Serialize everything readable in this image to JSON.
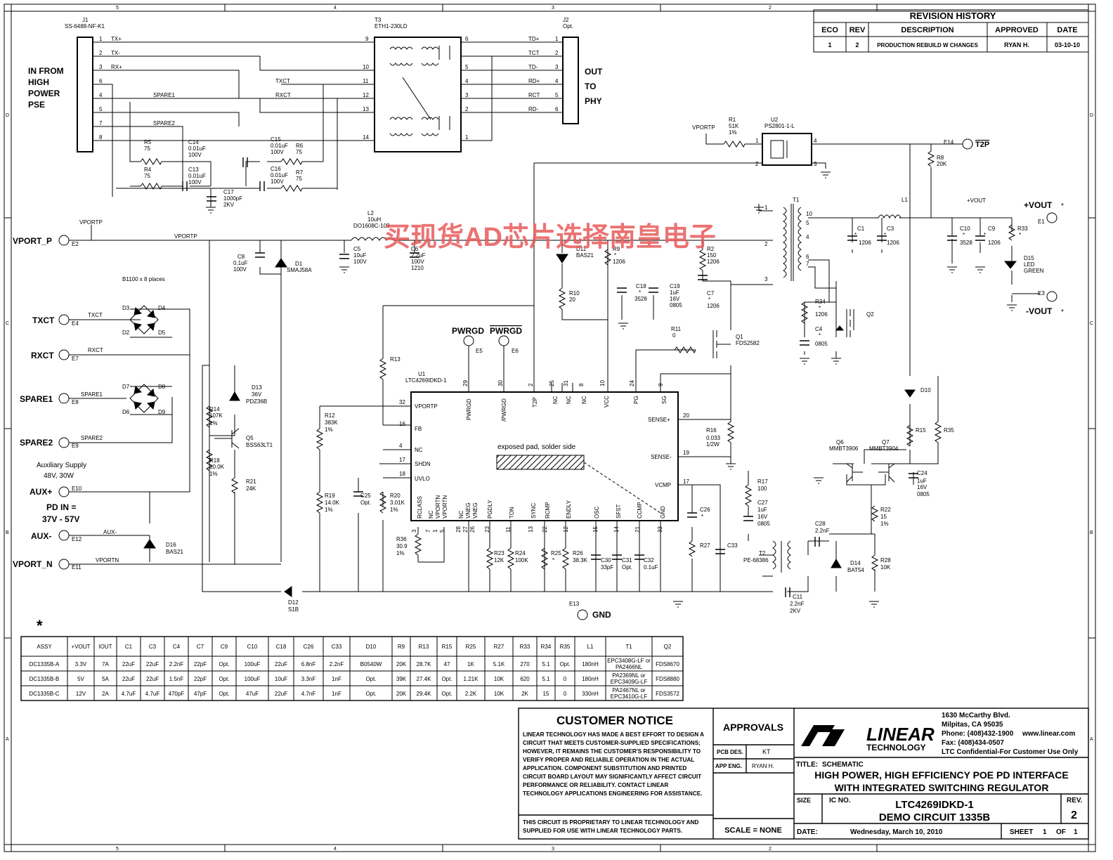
{
  "grid": {
    "top": [
      "5",
      "4",
      "3",
      "2"
    ],
    "bottom": [
      "5",
      "4",
      "3",
      "2"
    ],
    "side": [
      "D",
      "C",
      "B",
      "A"
    ]
  },
  "revision": {
    "title": "REVISION HISTORY",
    "headers": [
      "ECO",
      "REV",
      "DESCRIPTION",
      "APPROVED",
      "DATE"
    ],
    "row": [
      "1",
      "2",
      "PRODUCTION REBUILD W CHANGES",
      "RYAN H.",
      "03-10-10"
    ]
  },
  "parts": {
    "j1": "J1",
    "j1_pn": "SS-6488-NF-K1",
    "t3": "T3",
    "t3_pn": "ETH1-230LD",
    "j2": "J2",
    "j2_pn": "Opt.",
    "j1_pins": [
      "1",
      "2",
      "3",
      "6",
      "4",
      "5",
      "7",
      "8"
    ],
    "j1_nets": [
      "TX+",
      "TX-",
      "RX+",
      "SPARE1",
      "SPARE2"
    ],
    "t3_left": [
      "9",
      "10",
      "11",
      "12",
      "13",
      "14"
    ],
    "t3_right": [
      "6",
      "5",
      "4",
      "3",
      "2",
      "1"
    ],
    "j2_pins": [
      "1",
      "2",
      "3",
      "4",
      "5",
      "6"
    ],
    "j2_nets": [
      "TD+",
      "TCT",
      "TD-",
      "RD+",
      "RCT",
      "RD-"
    ],
    "t3_nets": [
      "TXCT",
      "RXCT"
    ],
    "in_from": [
      "IN FROM",
      "HIGH",
      "POWER",
      "PSE"
    ],
    "out_to": [
      "OUT",
      "TO",
      "PHY"
    ],
    "r5": [
      "R5",
      "75"
    ],
    "r4": [
      "R4",
      "75"
    ],
    "r6": [
      "R6",
      "75"
    ],
    "r7": [
      "R7",
      "75"
    ],
    "c14": [
      "C14",
      "0.01uF",
      "100V"
    ],
    "c13": [
      "C13",
      "0.01uF",
      "100V"
    ],
    "c15": [
      "C15",
      "0.01uF",
      "100V"
    ],
    "c16": [
      "C16",
      "0.01uF",
      "100V"
    ],
    "c17": [
      "C17",
      "1000pF",
      "2KV"
    ],
    "r1": [
      "R1",
      "51K",
      "1%"
    ],
    "u2": [
      "U2",
      "PS2801-1-L"
    ],
    "vportp": "VPORTP",
    "e14": "E14",
    "t2p": "T2P",
    "r8": [
      "R8",
      "20K"
    ],
    "u2_pins": [
      "1",
      "2",
      "4",
      "3"
    ],
    "l2": [
      "L2",
      "10uH",
      "DO1608C-103"
    ],
    "c5": [
      "C5",
      "10uF",
      "100V"
    ],
    "c6": [
      "C6",
      "2.2uF",
      "100V",
      "1210"
    ],
    "c8": [
      "C8",
      "0.1uF",
      "100V"
    ],
    "d1": [
      "D1",
      "SMAJ58A"
    ],
    "d11": [
      "D11",
      "BAS21"
    ],
    "r9": [
      "R9",
      "*",
      "1206"
    ],
    "r10": [
      "R10",
      "20"
    ],
    "c18": [
      "C18",
      "*",
      "3528"
    ],
    "c19": [
      "C19",
      "1uF",
      "16V",
      "0805"
    ],
    "t1": "T1",
    "t1_pins": [
      "1",
      "2",
      "3",
      "10",
      "6",
      "7",
      "4",
      "5"
    ],
    "r2": [
      "R2",
      "150",
      "1206"
    ],
    "c7": [
      "C7",
      "*",
      "1206"
    ],
    "l1": "L1",
    "c1": [
      "C1",
      "*",
      "1206"
    ],
    "c3": [
      "C3",
      "*",
      "1206"
    ],
    "c10": [
      "C10",
      "*",
      "3528"
    ],
    "c9": [
      "C9",
      "*",
      "1206"
    ],
    "r33": [
      "R33",
      "*"
    ],
    "vout_p": "+VOUT",
    "vout_m": "-VOUT",
    "star": "*",
    "e1": "E1",
    "e3": "E3",
    "d15": [
      "D15",
      "LED",
      "GREEN"
    ],
    "r34": [
      "R34",
      "*",
      "1206"
    ],
    "c4": [
      "C4",
      "*",
      "0805"
    ],
    "q2": "Q2",
    "r11": [
      "R11",
      "0"
    ],
    "q1": [
      "Q1",
      "FDS2582"
    ],
    "r16": [
      "R16",
      "0.033",
      "1/2W"
    ],
    "d10": "D10",
    "r15": "R15",
    "r35": "R35",
    "q6": [
      "Q6",
      "MMBT3906"
    ],
    "q7": [
      "Q7",
      "MMBT3904"
    ],
    "c24": [
      "C24",
      "1uF",
      "16V",
      "0805"
    ],
    "r22": [
      "R22",
      "15",
      "1%"
    ],
    "r28": [
      "R28",
      "10K"
    ],
    "d14": [
      "D14",
      "BAT54"
    ],
    "c28": [
      "C28",
      "2.2nF"
    ],
    "t2": [
      "T2",
      "PE-68386"
    ],
    "c11": [
      "C11",
      "2.2nF",
      "2KV"
    ],
    "r17": [
      "R17",
      "100"
    ],
    "c27": [
      "C27",
      "1uF",
      "16V",
      "0805"
    ],
    "c26": [
      "C26",
      "*"
    ],
    "r27": "R27",
    "c33": "C33",
    "e13": "E13",
    "gnd": "GND",
    "vport_p": "VPORT_P",
    "e2": "E2",
    "b1100": "B1100 x 8 places",
    "d3": "D3",
    "d4": "D4",
    "d2": "D2",
    "d5": "D5",
    "d7": "D7",
    "d8": "D8",
    "d6": "D6",
    "d9": "D9",
    "txct": "TXCT",
    "rxct": "RXCT",
    "spare1": "SPARE1",
    "spare2": "SPARE2",
    "e4": "E4",
    "e7": "E7",
    "e8": "E8",
    "e9": "E9",
    "aux_supply": [
      "Auxiliary Supply",
      "48V, 30W"
    ],
    "aux_p": "AUX+",
    "aux_m": "AUX-",
    "e10": "E10",
    "e12": "E12",
    "e11": "E11",
    "auxm_net": "AUX-",
    "pd_in": [
      "PD IN =",
      "37V - 57V"
    ],
    "vport_n": "VPORT_N",
    "vportn": "VPORTN",
    "r14": [
      "R14",
      "107K",
      "1%"
    ],
    "r18": [
      "R18",
      "10.0K",
      "1%"
    ],
    "d13": [
      "D13",
      "36V",
      "PDZ36B"
    ],
    "q5": [
      "Q5",
      "BSS63LT1"
    ],
    "r21": [
      "R21",
      "24K"
    ],
    "d16": [
      "D16",
      "BAS21"
    ],
    "d12": [
      "D12",
      "S1B"
    ],
    "r12": [
      "R12",
      "383K",
      "1%"
    ],
    "r19": [
      "R19",
      "14.0K",
      "1%"
    ],
    "c25": [
      "C25",
      "Opt."
    ],
    "r13": "R13",
    "r20": [
      "R20",
      "3.01K",
      "1%"
    ],
    "r36": [
      "R36",
      "30.9",
      "1%"
    ],
    "pwrgd": "PWRGD",
    "pwrgd_b": "PWRGD",
    "e5": "E5",
    "e6": "E6",
    "u1": [
      "U1",
      "LTC4269IDKD-1"
    ],
    "pad": "exposed pad, solder side",
    "u1_left": [
      "VPORTP",
      "FB",
      "NC",
      "SHDN",
      "UVLO"
    ],
    "u1_left_num": [
      "32",
      "16",
      "4",
      "17",
      "18"
    ],
    "u1_right": [
      "SENSE+",
      "SENSE-",
      "VCMP"
    ],
    "u1_right_num": [
      "20",
      "19",
      "17"
    ],
    "u1_top": [
      "PWRGD",
      "/PWRGD",
      "T2P",
      "NC",
      "NC",
      "NC",
      "VCC",
      "PG",
      "SG"
    ],
    "u1_top_num": [
      "29",
      "30",
      "2",
      "25",
      "31",
      "8",
      "10",
      "24",
      "9"
    ],
    "u1_bot": [
      "RCLASS",
      "NC",
      "VPORTN",
      "VPORTN",
      "NC",
      "VNEG",
      "VNEG",
      "PGDLY",
      "TON",
      "SYNC",
      "RCMP",
      "ENDLY",
      "OSC",
      "SFST",
      "CCMP",
      "GND"
    ],
    "u1_bot_num": [
      "3",
      "7",
      "1",
      "5",
      "28",
      "27",
      "26",
      "23",
      "11",
      "13",
      "22",
      "12",
      "15",
      "14",
      "21",
      "33"
    ],
    "r23": [
      "R23",
      "12K"
    ],
    "r24": [
      "R24",
      "100K"
    ],
    "r25": [
      "R25",
      "*"
    ],
    "r26": [
      "R26",
      "38.3K"
    ],
    "c30": [
      "C30",
      "33pF"
    ],
    "c31": [
      "C31",
      "Opt."
    ],
    "c32": [
      "C32",
      "0.1uF"
    ],
    "pins_misc": [
      "1",
      "2",
      "3"
    ]
  },
  "bom": {
    "mark": "*",
    "headers": [
      "ASSY",
      "+VOUT",
      "IOUT",
      "C1",
      "C3",
      "C4",
      "C7",
      "C9",
      "C10",
      "C18",
      "C26",
      "C33",
      "D10",
      "R9",
      "R13",
      "R15",
      "R25",
      "R27",
      "R33",
      "R34",
      "R35",
      "L1",
      "T1",
      "Q2"
    ],
    "rows": [
      [
        "DC1335B-A",
        "3.3V",
        "7A",
        "22uF",
        "22uF",
        "2.2nF",
        "22pF",
        "Opt.",
        "100uF",
        "22uF",
        "6.8nF",
        "2.2nF",
        "B0540W",
        "20K",
        "28.7K",
        "47",
        "1K",
        "5.1K",
        "270",
        "5.1",
        "Opt.",
        "180nH",
        "EPC3408G-LF or|PA2466NL",
        "FDS8670"
      ],
      [
        "DC1335B-B",
        "5V",
        "5A",
        "22uF",
        "22uF",
        "1.5nF",
        "22pF",
        "Opt.",
        "100uF",
        "10uF",
        "3.3nF",
        "1nF",
        "Opt.",
        "39K",
        "27.4K",
        "Opt.",
        "1.21K",
        "10K",
        "620",
        "5.1",
        "0",
        "180nH",
        "PA2369NL or|EPC3409G-LF",
        "FDS8880"
      ],
      [
        "DC1335B-C",
        "12V",
        "2A",
        "4.7uF",
        "4.7uF",
        "470pF",
        "47pF",
        "Opt.",
        "47uF",
        "22uF",
        "4.7nF",
        "1nF",
        "Opt.",
        "20K",
        "29.4K",
        "Opt.",
        "2.2K",
        "10K",
        "2K",
        "15",
        "0",
        "330nH",
        "PA2467NL or|EPC3410G-LF",
        "FDS3572"
      ]
    ]
  },
  "titleblock": {
    "notice_title": "CUSTOMER NOTICE",
    "notice": [
      "LINEAR TECHNOLOGY HAS MADE A BEST EFFORT TO DESIGN A",
      "CIRCUIT THAT MEETS CUSTOMER-SUPPLIED SPECIFICATIONS;",
      "HOWEVER, IT REMAINS THE CUSTOMER'S RESPONSIBILITY TO",
      "VERIFY PROPER AND RELIABLE OPERATION IN THE ACTUAL",
      "APPLICATION. COMPONENT SUBSTITUTION AND PRINTED",
      "CIRCUIT BOARD LAYOUT MAY SIGNIFICANTLY AFFECT CIRCUIT",
      "PERFORMANCE OR RELIABILITY. CONTACT LINEAR",
      "TECHNOLOGY APPLICATIONS ENGINEERING FOR ASSISTANCE."
    ],
    "proprietary": [
      "THIS CIRCUIT IS PROPRIETARY TO LINEAR TECHNOLOGY AND",
      "SUPPLIED FOR USE WITH LINEAR TECHNOLOGY PARTS."
    ],
    "approvals": "APPROVALS",
    "pcb_des": "PCB DES.",
    "pcb_val": "KT",
    "app_eng": "APP ENG.",
    "app_val": "RYAN H.",
    "scale": "SCALE = NONE",
    "logo": "LINEAR",
    "logo_sub": "TECHNOLOGY",
    "address": [
      "1630 McCarthy Blvd.",
      "Milpitas, CA 95035",
      "Phone: (408)432-1900",
      "Fax: (408)434-0507",
      "LTC Confidential-For Customer Use Only"
    ],
    "web": "www.linear.com",
    "title_label": "TITLE:",
    "title_type": "SCHEMATIC",
    "title1": "HIGH POWER, HIGH EFFICIENCY POE PD INTERFACE",
    "title2": "WITH INTEGRATED SWITCHING REGULATOR",
    "size": "SIZE",
    "ic_no": "IC NO.",
    "ic1": "LTC4269IDKD-1",
    "ic2": "DEMO CIRCUIT 1335B",
    "rev": "REV.",
    "rev_val": "2",
    "date_label": "DATE:",
    "date": "Wednesday, March 10, 2010",
    "sheet": "SHEET",
    "sheet_no": "1",
    "of": "OF",
    "sheet_total": "1"
  },
  "watermark": "买现货AD芯片选择南皇电子"
}
